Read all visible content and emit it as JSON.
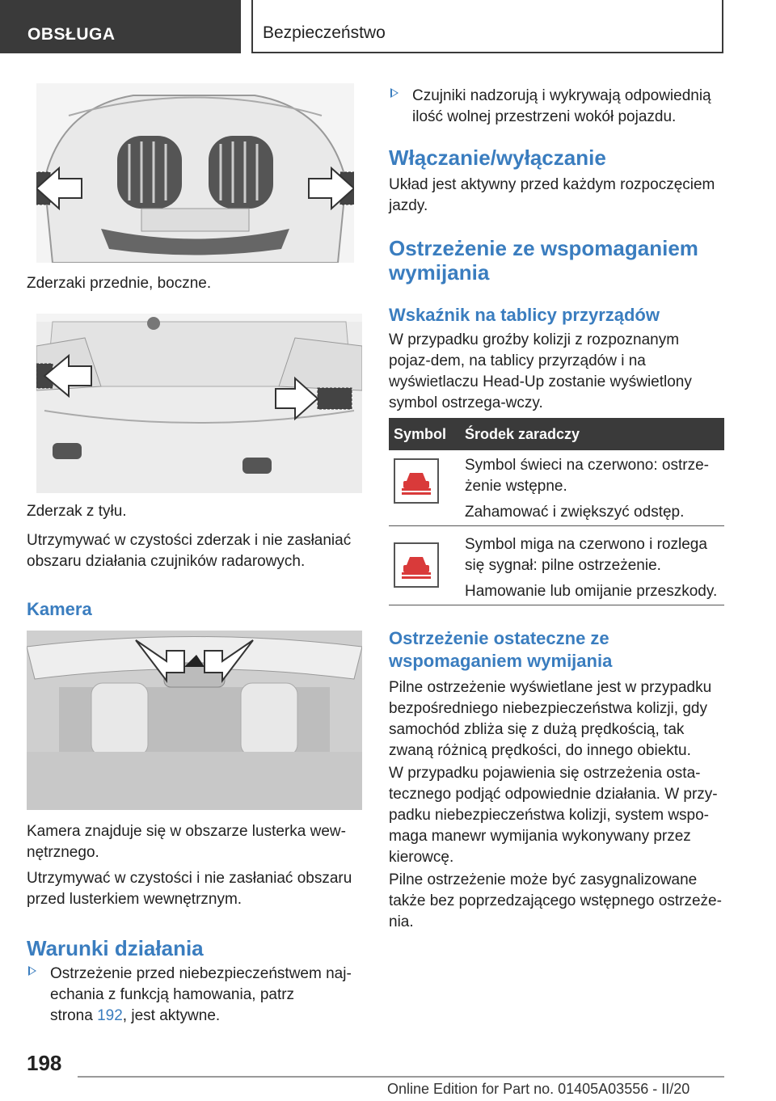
{
  "header": {
    "section": "OBSŁUGA",
    "title": "Bezpieczeństwo"
  },
  "left": {
    "caption_front": "Zderzaki przednie, boczne.",
    "caption_rear": "Zderzak z tyłu.",
    "keep_clean_rear": "Utrzymywać w czystości zderzak i nie zasłaniać obszaru działania czujników radarowych.",
    "camera_heading": "Kamera",
    "camera_caption": "Kamera znajduje się w obszarze lusterka wew-nętrznego.",
    "camera_clean": "Utrzymywać w czystości i nie zasłaniać obszaru przed lusterkiem wewnętrznym.",
    "conditions_heading": "Warunki działania",
    "condition_1_a": "Ostrzeżenie przed niebezpieczeństwem naj-echania z funkcją hamowania, patrz",
    "condition_1_b": "strona ",
    "condition_1_link": "192",
    "condition_1_c": ", jest aktywne."
  },
  "right": {
    "bullet_sensors": "Czujniki nadzorują i wykrywają odpowiednią ilość wolnej przestrzeni wokół pojazdu.",
    "onoff_heading": "Włączanie/wyłączanie",
    "onoff_text": "Układ jest aktywny przed każdym rozpoczęciem jazdy.",
    "warning_heading": "Ostrzeżenie ze wspomaganiem wymijania",
    "indicator_heading": "Wskaźnik na tablicy przyrządów",
    "indicator_text": "W przypadku groźby kolizji z rozpoznanym pojaz-dem, na tablicy przyrządów i na wyświetlaczu Head-Up zostanie wyświetlony symbol ostrzega-wczy.",
    "final_heading": "Ostrzeżenie ostateczne ze wspomaganiem wymijania",
    "final_p1": "Pilne ostrzeżenie wyświetlane jest w przypadku bezpośredniego niebezpieczeństwa kolizji, gdy samochód zbliża się z dużą prędkością, tak zwaną różnicą prędkości, do innego obiektu.",
    "final_p2": "W przypadku pojawienia się ostrzeżenia osta-tecznego podjąć odpowiednie działania. W przy-padku niebezpieczeństwa kolizji, system wspo-maga manewr wymijania wykonywany przez kierowcę.",
    "final_p3": "Pilne ostrzeżenie może być zasygnalizowane także bez poprzedzającego wstępnego ostrzeże-nia."
  },
  "table": {
    "col_symbol": "Symbol",
    "col_action": "Środek zaradczy",
    "rows": [
      {
        "line1": "Symbol świeci na czerwono: ostrze-żenie wstępne.",
        "line2": "Zahamować i zwiększyć odstęp."
      },
      {
        "line1": "Symbol miga na czerwono i rozlega się sygnał: pilne ostrzeżenie.",
        "line2": "Hamowanie lub omijanie przeszkody."
      }
    ]
  },
  "footer": {
    "page": "198",
    "edition": "Online Edition for Part no. 01405A03556 - II/20"
  },
  "colors": {
    "accent": "#3a7dbf",
    "header_bg": "#3a3a3a",
    "warning_red": "#d93a3a"
  }
}
